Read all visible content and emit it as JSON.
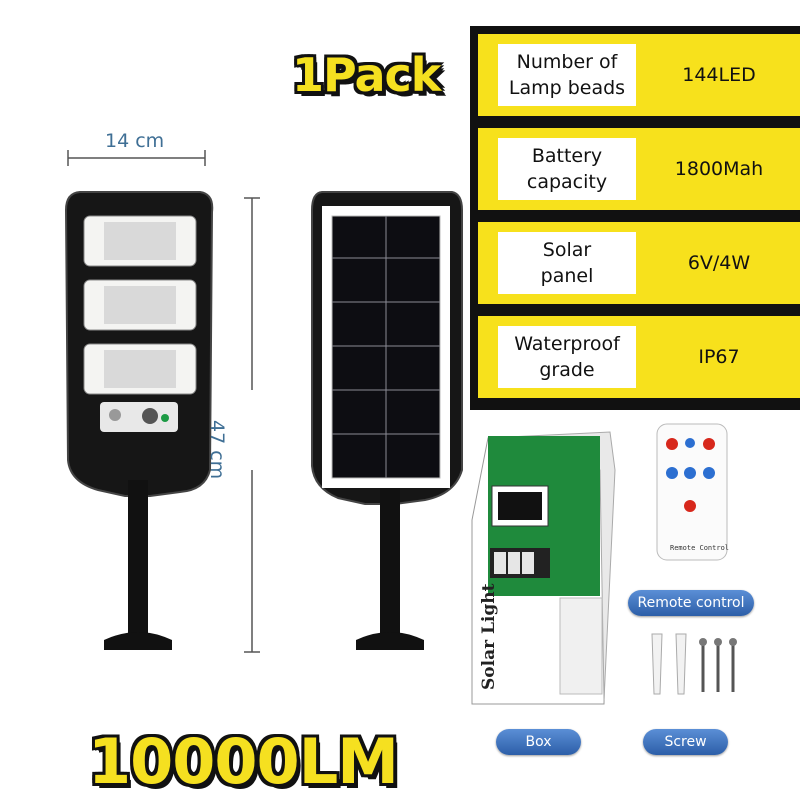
{
  "headline": "1Pack",
  "brightness": "10000LM",
  "dimensions": {
    "width": "14 cm",
    "height": "47 cm"
  },
  "specs": [
    {
      "label": "Number of\nLamp beads",
      "value": "144LED"
    },
    {
      "label": "Battery\ncapacity",
      "value": "1800Mah"
    },
    {
      "label": "Solar\npanel",
      "value": "6V/4W"
    },
    {
      "label": "Waterproof\ngrade",
      "value": "IP67"
    }
  ],
  "accessories": {
    "remote_label": "Remote control",
    "box_label": "Box",
    "screw_label": "Screw",
    "remote_caption": "Remote Control",
    "box_brand": "Solar Light"
  },
  "colors": {
    "accent_yellow": "#f7e11c",
    "dimension_blue": "#3f6f95",
    "pill_blue": "#2c5ea8",
    "box_green": "#1f8a3c"
  }
}
